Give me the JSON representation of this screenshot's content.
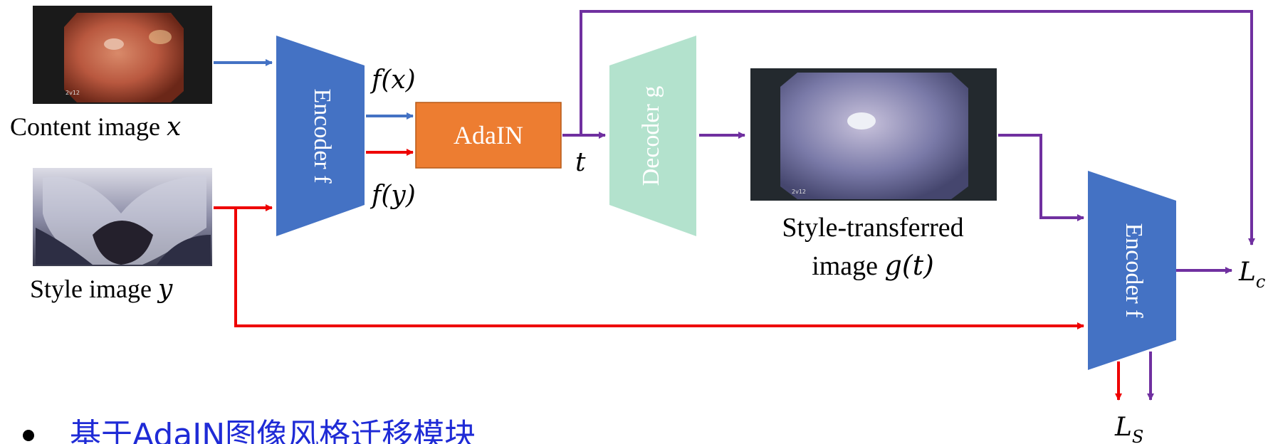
{
  "colors": {
    "content_arrow": "#4472c4",
    "style_arrow": "#ee0000",
    "purple_arrow": "#7030a0",
    "encoder": "#4472c4",
    "adain": "#ed7d31",
    "decoder": "#b3e2cd",
    "bullet_text": "#1f2bd6"
  },
  "images": {
    "content": {
      "label": "Content image ",
      "var": "x",
      "description_icon": "endoscopy-image"
    },
    "style": {
      "label": "Style image ",
      "var": "y",
      "description_icon": "painting-image"
    },
    "output": {
      "label_line1": "Style-transferred",
      "label_line2": "image ",
      "var": "g(t)",
      "description_icon": "endoscopy-stylized-image"
    }
  },
  "blocks": {
    "encoder1": "Encoder f",
    "adain": "AdaIN",
    "decoder": "Decoder g",
    "encoder2": "Encoder f"
  },
  "symbols": {
    "fx": "f(x)",
    "fy": "f(y)",
    "t": "t",
    "lc_main": "L",
    "lc_sub": "c",
    "ls_main": "L",
    "ls_sub": "S"
  },
  "bullet": {
    "text": "基于AdaIN图像风格迁移模块"
  }
}
